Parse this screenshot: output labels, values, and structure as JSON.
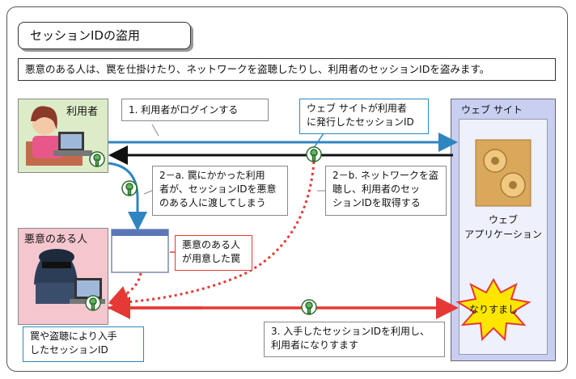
{
  "title": "セッションIDの盗用",
  "description": "悪意のある人は、罠を仕掛けたり、ネットワークを盗聴したりし、利用者のセッションIDを盗みます。",
  "user": {
    "label": "利用者"
  },
  "attacker": {
    "label": "悪意のある人"
  },
  "website": {
    "label": "ウェブ サイト",
    "app_line1": "ウェブ",
    "app_line2": "アプリケーション",
    "impersonation": "なりすまし"
  },
  "step1": "1. 利用者がログインする",
  "issued": {
    "line1": "ウェブ サイトが利用者",
    "line2": "に発行したセッションID"
  },
  "step2a": {
    "line1": "2－a. 罠にかかった利用",
    "line2": "者が、セッションIDを悪意",
    "line3": "のある人に渡してしまう"
  },
  "step2b": {
    "line1": "2－b. ネットワークを盗",
    "line2": "聴し、利用者のセッ",
    "line3": "ションIDを取得する"
  },
  "trap": {
    "line1": "悪意のある人",
    "line2": "が用意した罠"
  },
  "obtained": {
    "line1": "罠や盗聴により入手",
    "line2": "したセッションID"
  },
  "step3": {
    "line1": "3. 入手したセッションIDを利用し、",
    "line2": "利用者になりすます"
  },
  "colors": {
    "blue": "#2e86c1",
    "red": "#e53935",
    "black": "#111111",
    "key_green": "#5cb85c",
    "user_bg": "#dcebc8",
    "attacker_bg": "#f4c7cf",
    "web_bg": "#c8cff0",
    "burst": "#ffe600"
  },
  "icons": [
    "user-icon",
    "attacker-icon",
    "key-icon",
    "gear-icon",
    "trap-window-icon",
    "burst-icon"
  ]
}
